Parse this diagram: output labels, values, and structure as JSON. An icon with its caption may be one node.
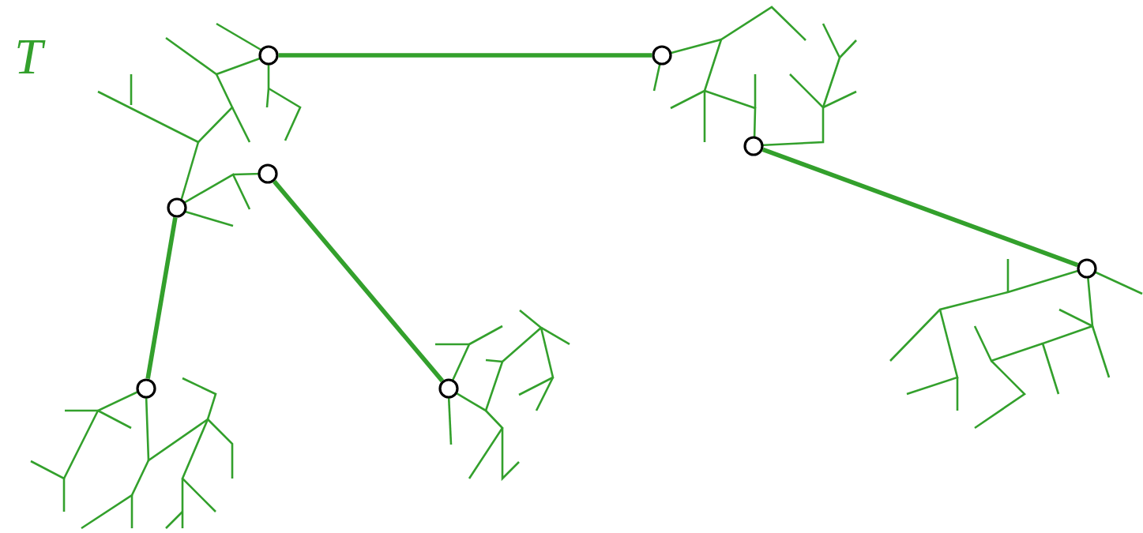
{
  "diagram": {
    "nodes": [
      {
        "text": [],
        "shape": "circle"
      },
      {
        "text": [],
        "shape": "circle"
      },
      {
        "text": [],
        "shape": "circle"
      },
      {
        "text": [],
        "shape": "circle"
      },
      {
        "text": [],
        "shape": "circle"
      },
      {
        "text": [],
        "shape": "circle"
      },
      {
        "text": [],
        "shape": "circle"
      },
      {
        "text": [],
        "shape": "circle"
      }
    ],
    "edges": [
      {
        "from": 0,
        "to": 1,
        "arrow": "none"
      },
      {
        "from": 2,
        "to": 5,
        "arrow": "none"
      },
      {
        "from": 4,
        "to": 6,
        "arrow": "none"
      },
      {
        "from": 3,
        "to": 7,
        "arrow": "none"
      }
    ],
    "labels": [
      "T"
    ]
  }
}
